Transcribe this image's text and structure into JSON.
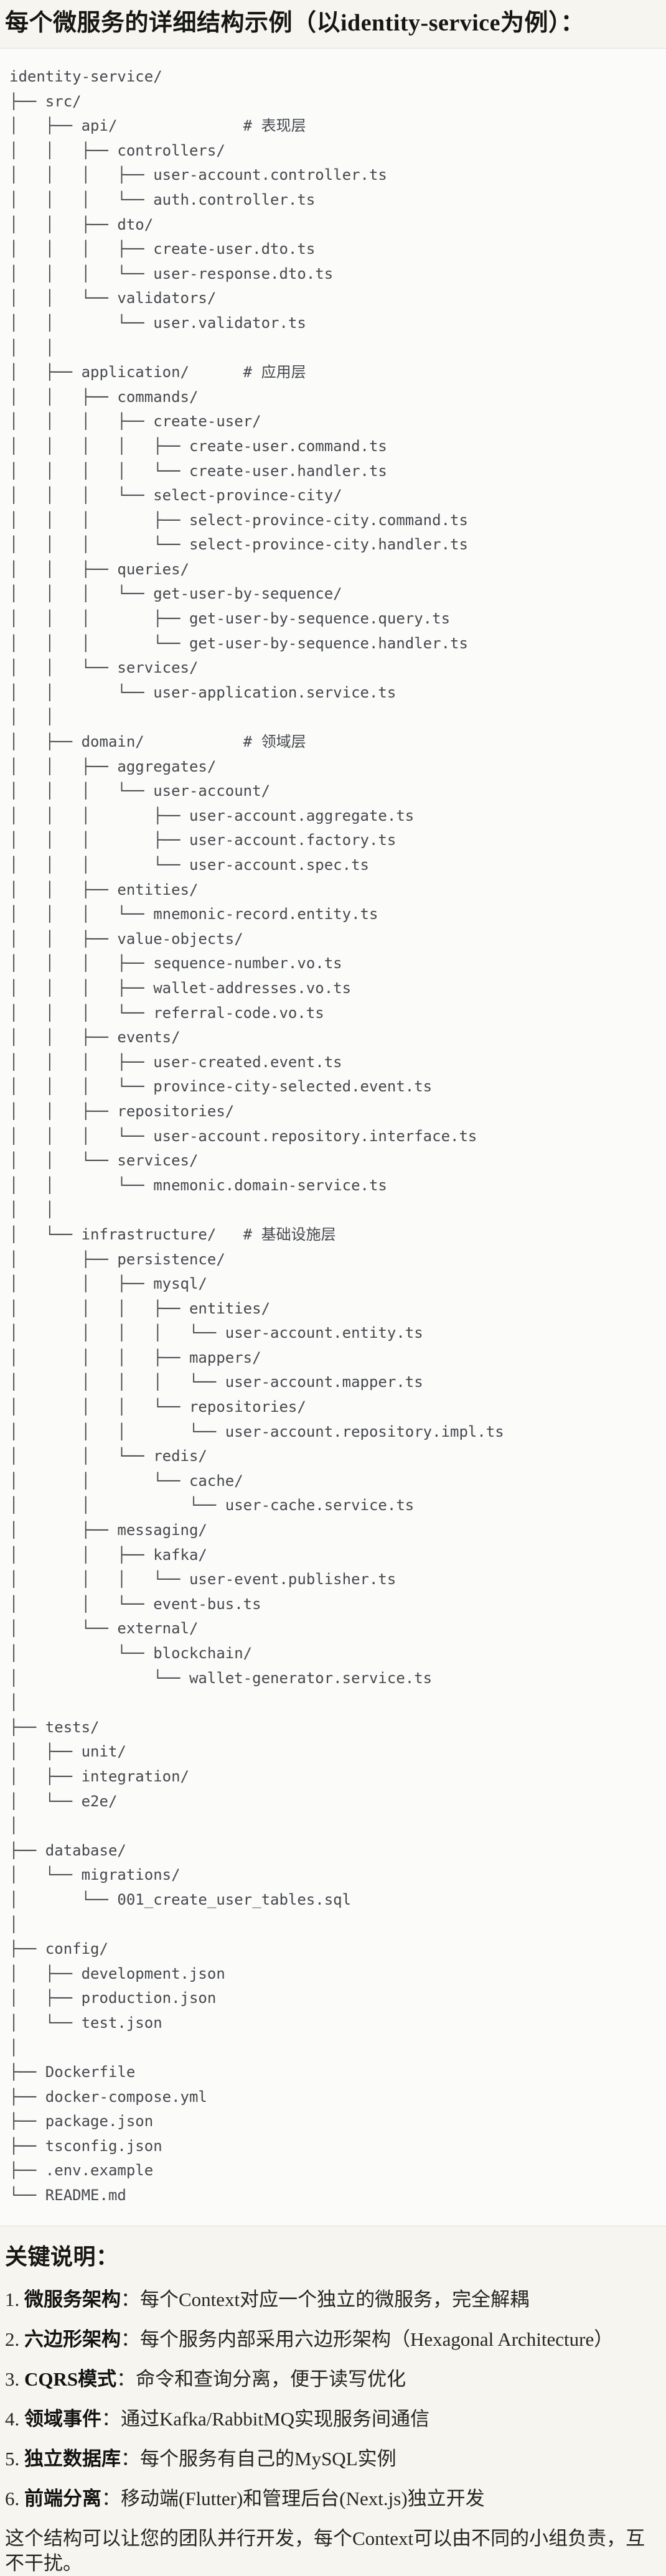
{
  "page": {
    "title": "每个微服务的详细结构示例（以identity-service为例）："
  },
  "tree": {
    "lines": [
      "identity-service/",
      "├── src/",
      "│   ├── api/              # 表现层",
      "│   │   ├── controllers/",
      "│   │   │   ├── user-account.controller.ts",
      "│   │   │   └── auth.controller.ts",
      "│   │   ├── dto/",
      "│   │   │   ├── create-user.dto.ts",
      "│   │   │   └── user-response.dto.ts",
      "│   │   └── validators/",
      "│   │       └── user.validator.ts",
      "│   │",
      "│   ├── application/      # 应用层",
      "│   │   ├── commands/",
      "│   │   │   ├── create-user/",
      "│   │   │   │   ├── create-user.command.ts",
      "│   │   │   │   └── create-user.handler.ts",
      "│   │   │   └── select-province-city/",
      "│   │   │       ├── select-province-city.command.ts",
      "│   │   │       └── select-province-city.handler.ts",
      "│   │   ├── queries/",
      "│   │   │   └── get-user-by-sequence/",
      "│   │   │       ├── get-user-by-sequence.query.ts",
      "│   │   │       └── get-user-by-sequence.handler.ts",
      "│   │   └── services/",
      "│   │       └── user-application.service.ts",
      "│   │",
      "│   ├── domain/           # 领域层",
      "│   │   ├── aggregates/",
      "│   │   │   └── user-account/",
      "│   │   │       ├── user-account.aggregate.ts",
      "│   │   │       ├── user-account.factory.ts",
      "│   │   │       └── user-account.spec.ts",
      "│   │   ├── entities/",
      "│   │   │   └── mnemonic-record.entity.ts",
      "│   │   ├── value-objects/",
      "│   │   │   ├── sequence-number.vo.ts",
      "│   │   │   ├── wallet-addresses.vo.ts",
      "│   │   │   └── referral-code.vo.ts",
      "│   │   ├── events/",
      "│   │   │   ├── user-created.event.ts",
      "│   │   │   └── province-city-selected.event.ts",
      "│   │   ├── repositories/",
      "│   │   │   └── user-account.repository.interface.ts",
      "│   │   └── services/",
      "│   │       └── mnemonic.domain-service.ts",
      "│   │",
      "│   └── infrastructure/   # 基础设施层",
      "│       ├── persistence/",
      "│       │   ├── mysql/",
      "│       │   │   ├── entities/",
      "│       │   │   │   └── user-account.entity.ts",
      "│       │   │   ├── mappers/",
      "│       │   │   │   └── user-account.mapper.ts",
      "│       │   │   └── repositories/",
      "│       │   │       └── user-account.repository.impl.ts",
      "│       │   └── redis/",
      "│       │       └── cache/",
      "│       │           └── user-cache.service.ts",
      "│       ├── messaging/",
      "│       │   ├── kafka/",
      "│       │   │   └── user-event.publisher.ts",
      "│       │   └── event-bus.ts",
      "│       └── external/",
      "│           └── blockchain/",
      "│               └── wallet-generator.service.ts",
      "│",
      "├── tests/",
      "│   ├── unit/",
      "│   ├── integration/",
      "│   └── e2e/",
      "│",
      "├── database/",
      "│   └── migrations/",
      "│       └── 001_create_user_tables.sql",
      "│",
      "├── config/",
      "│   ├── development.json",
      "│   ├── production.json",
      "│   └── test.json",
      "│",
      "├── Dockerfile",
      "├── docker-compose.yml",
      "├── package.json",
      "├── tsconfig.json",
      "├── .env.example",
      "└── README.md"
    ]
  },
  "notes": {
    "heading": "关键说明：",
    "separator": "：",
    "items": [
      {
        "num": "1.",
        "label": "微服务架构",
        "text": "每个Context对应一个独立的微服务，完全解耦"
      },
      {
        "num": "2.",
        "label": "六边形架构",
        "text": "每个服务内部采用六边形架构（Hexagonal Architecture）"
      },
      {
        "num": "3.",
        "label": "CQRS模式",
        "text": "命令和查询分离，便于读写优化"
      },
      {
        "num": "4.",
        "label": "领域事件",
        "text": "通过Kafka/RabbitMQ实现服务间通信"
      },
      {
        "num": "5.",
        "label": "独立数据库",
        "text": "每个服务有自己的MySQL实例"
      },
      {
        "num": "6.",
        "label": "前端分离",
        "text": "移动端(Flutter)和管理后台(Next.js)独立开发"
      }
    ],
    "footer": "这个结构可以让您的团队并行开发，每个Context可以由不同的小组负责，互不干扰。"
  }
}
